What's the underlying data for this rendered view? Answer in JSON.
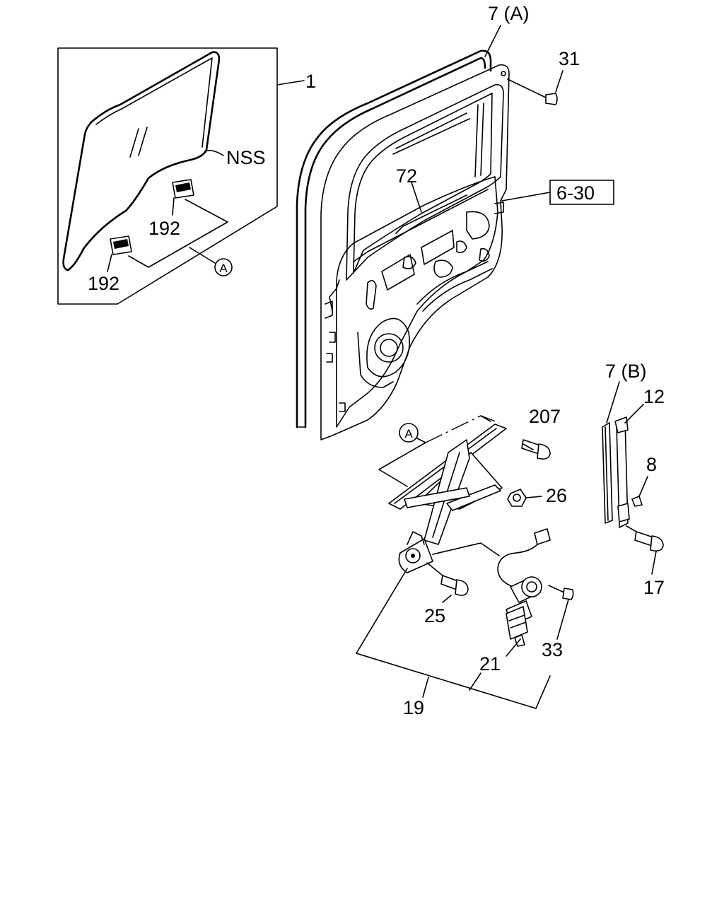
{
  "callouts": {
    "c1": "1",
    "nss": "NSS",
    "c192a": "192",
    "c192b": "192",
    "circle_a1": "A",
    "c7a": "7 (A)",
    "c31": "31",
    "c72": "72",
    "ref630": "6-30",
    "circle_a2": "A",
    "c207": "207",
    "c26": "26",
    "c25": "25",
    "c21": "21",
    "c33": "33",
    "c19": "19",
    "c7b": "7 (B)",
    "c12": "12",
    "c8": "8",
    "c17": "17"
  }
}
